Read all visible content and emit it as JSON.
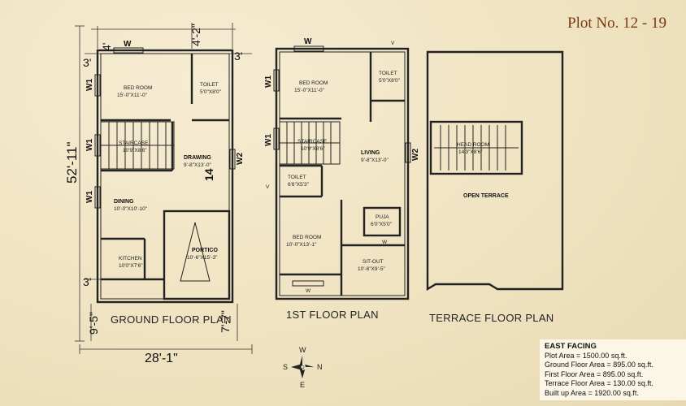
{
  "header": {
    "plot_title": "Plot No. 12 - 19"
  },
  "plans": {
    "ground_label": "GROUND FLOOR PLAN",
    "first_label": "1ST FLOOR PLAN",
    "terrace_label": "TERRACE FLOOR PLAN"
  },
  "ground_floor": {
    "bedroom": {
      "name": "BED ROOM",
      "size": "15'-0\"X11'-0\""
    },
    "toilet": {
      "name": "TOILET",
      "size": "5'0\"X8'0\""
    },
    "staircase": {
      "name": "STAIRCASE",
      "size": "10'9\"X8'6\""
    },
    "drawing": {
      "name": "DRAWING",
      "size": "9'-8\"X13'-0\""
    },
    "dining": {
      "name": "DINING",
      "size": "10'-0\"X10'-10\""
    },
    "kitchen": {
      "name": "KITCHEN",
      "size": "10'0\"X7'6\""
    },
    "portico": {
      "name": "PORTICO",
      "size": "10'-6\"X15'-3\""
    },
    "mark_w": "W",
    "mark_w1": "W1",
    "mark_w2": "W2",
    "mark_14": "14"
  },
  "dimensions": {
    "top_4": "4'",
    "top_4_2": "4'-2\"",
    "left_3_top": "3'",
    "right_3_top": "3'",
    "left_3_bottom": "3'",
    "height_total": "52'-11\"",
    "bottom_9_5": "9'-5\"",
    "bottom_7_7": "7'-7\"",
    "width_total": "28'-1\""
  },
  "first_floor": {
    "bedroom1": {
      "name": "BED ROOM",
      "size": "15'-0\"X11'-0\""
    },
    "toilet1": {
      "name": "TOILET",
      "size": "5'0\"X8'0\""
    },
    "staircase": {
      "name": "STAIRCASE",
      "size": "10'9\"X8'6\""
    },
    "living": {
      "name": "LIVING",
      "size": "9'-8\"X13'-0\""
    },
    "toilet2": {
      "name": "TOILET",
      "size": "6'6\"X5'3\""
    },
    "puja": {
      "name": "PUJA",
      "size": "6'0\"X5'0\""
    },
    "bedroom2": {
      "name": "BED ROOM",
      "size": "10'-0\"X13'-1\""
    },
    "sitout": {
      "name": "SIT-OUT",
      "size": "10'-6\"X9'-5\""
    },
    "mark_v": "V",
    "mark_w": "W",
    "mark_w1": "W1",
    "mark_w2": "W2"
  },
  "terrace_floor": {
    "headroom": {
      "name": "HEAD ROOM",
      "size": "14'3\"X8'6\""
    },
    "open_terrace": "OPEN TERRACE"
  },
  "compass": {
    "n": "N",
    "s": "S",
    "e": "E",
    "w": "W"
  },
  "legend": {
    "title": "EAST FACING",
    "lines": [
      "Plot Area = 1500.00 sq.ft.",
      "Ground Floor Area = 895.00 sq.ft.",
      "First Floor Area = 895.00 sq.ft.",
      "Terrace Floor Area = 130.00 sq.ft.",
      "Built up Area = 1920.00 sq.ft."
    ]
  }
}
